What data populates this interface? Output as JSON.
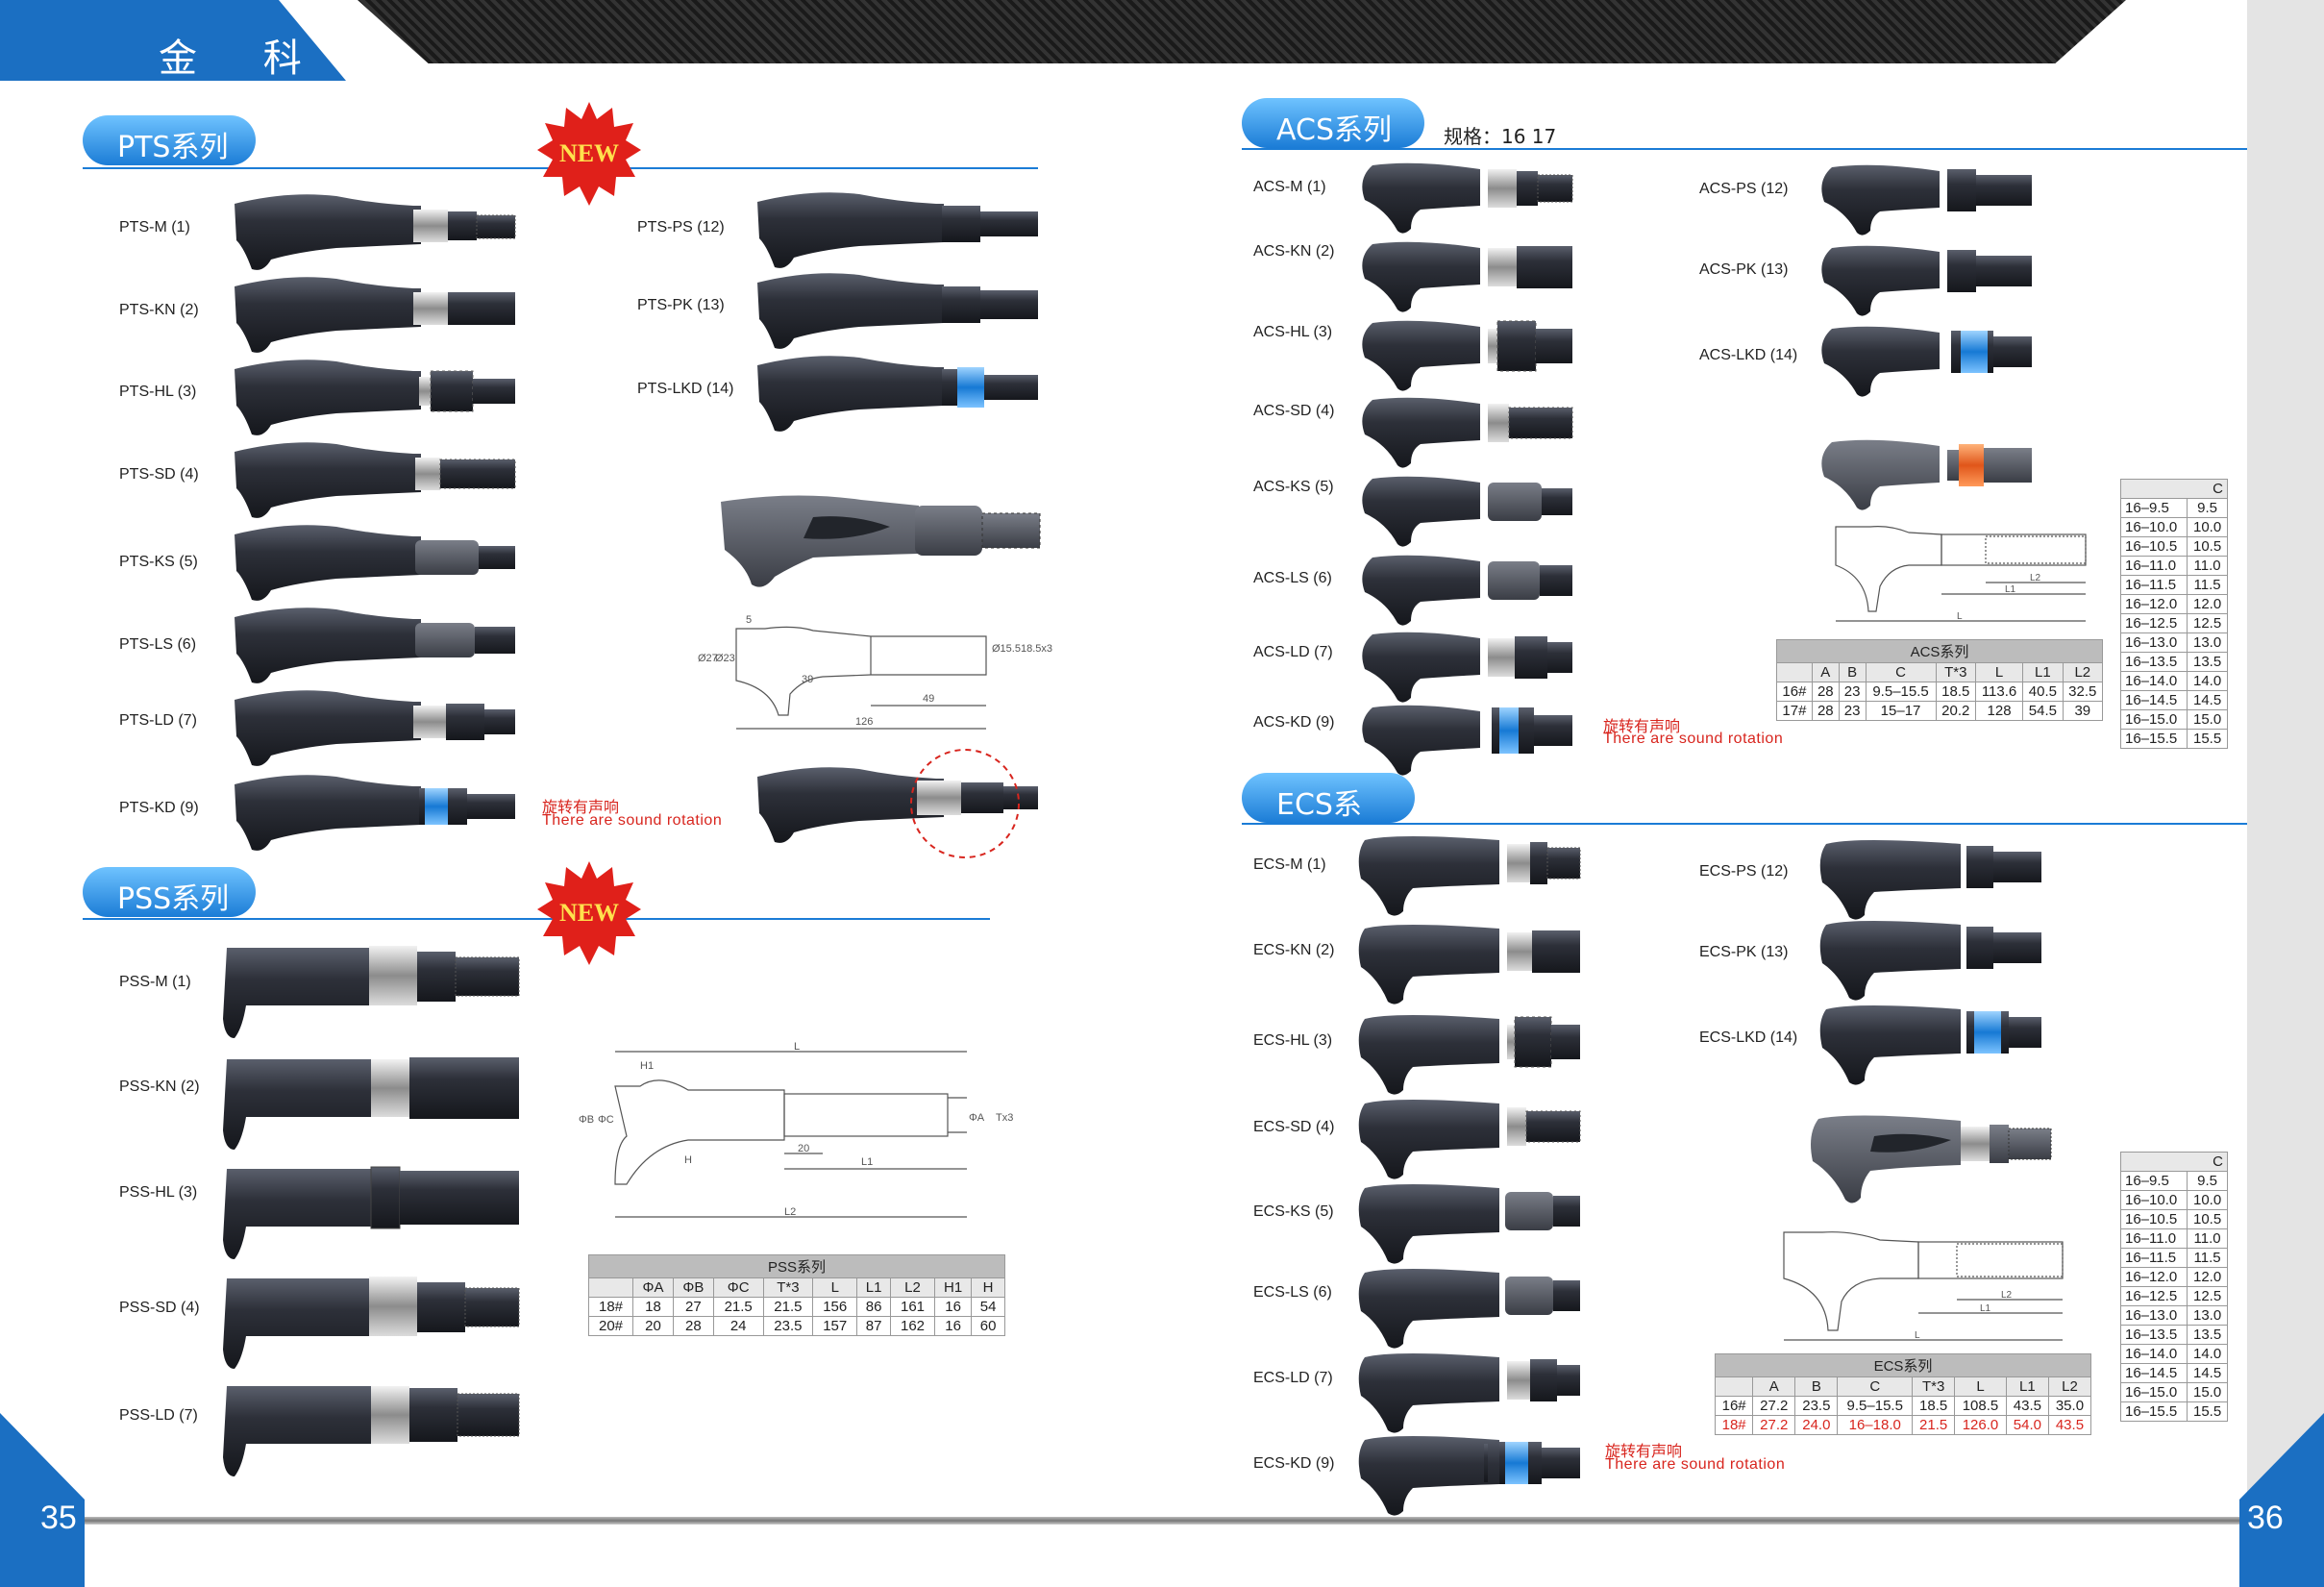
{
  "header": {
    "brand": "金 科"
  },
  "pages": {
    "left": "35",
    "right": "36"
  },
  "sections": {
    "pts": {
      "title": "PTS系列",
      "left_items": [
        "PTS-M (1)",
        "PTS-KN (2)",
        "PTS-HL (3)",
        "PTS-SD (4)",
        "PTS-KS (5)",
        "PTS-LS (6)",
        "PTS-LD (7)",
        "PTS-KD (9)"
      ],
      "right_items": [
        "PTS-PS (12)",
        "PTS-PK (13)",
        "PTS-LKD (14)"
      ]
    },
    "pss": {
      "title": "PSS系列",
      "items": [
        "PSS-M (1)",
        "PSS-KN (2)",
        "PSS-HL (3)",
        "PSS-SD (4)",
        "PSS-LD (7)"
      ],
      "table": {
        "caption": "PSS系列",
        "headers": [
          "",
          "ΦA",
          "ΦB",
          "ΦC",
          "T*3",
          "L",
          "L1",
          "L2",
          "H1",
          "H"
        ],
        "rows": [
          [
            "18#",
            "18",
            "27",
            "21.5",
            "21.5",
            "156",
            "86",
            "161",
            "16",
            "54"
          ],
          [
            "20#",
            "20",
            "28",
            "24",
            "23.5",
            "157",
            "87",
            "162",
            "16",
            "60"
          ]
        ]
      }
    },
    "acs": {
      "title": "ACS系列",
      "spec": "规格：16  17",
      "left_items": [
        "ACS-M (1)",
        "ACS-KN (2)",
        "ACS-HL (3)",
        "ACS-SD (4)",
        "ACS-KS (5)",
        "ACS-LS (6)",
        "ACS-LD (7)",
        "ACS-KD (9)"
      ],
      "right_items": [
        "ACS-PS (12)",
        "ACS-PK (13)",
        "ACS-LKD (14)"
      ],
      "table": {
        "caption": "ACS系列",
        "headers": [
          "",
          "A",
          "B",
          "C",
          "T*3",
          "L",
          "L1",
          "L2"
        ],
        "rows": [
          [
            "16#",
            "28",
            "23",
            "9.5–15.5",
            "18.5",
            "113.6",
            "40.5",
            "32.5"
          ],
          [
            "17#",
            "28",
            "23",
            "15–17",
            "20.2",
            "128",
            "54.5",
            "39"
          ]
        ]
      }
    },
    "ecs": {
      "title": "ECS系列",
      "left_items": [
        "ECS-M (1)",
        "ECS-KN (2)",
        "ECS-HL (3)",
        "ECS-SD (4)",
        "ECS-KS (5)",
        "ECS-LS (6)",
        "ECS-LD (7)",
        "ECS-KD (9)"
      ],
      "right_items": [
        "ECS-PS (12)",
        "ECS-PK (13)",
        "ECS-LKD (14)"
      ],
      "table": {
        "caption": "ECS系列",
        "headers": [
          "",
          "A",
          "B",
          "C",
          "T*3",
          "L",
          "L1",
          "L2"
        ],
        "rows": [
          [
            "16#",
            "27.2",
            "23.5",
            "9.5–15.5",
            "18.5",
            "108.5",
            "43.5",
            "35.0"
          ],
          [
            "18#",
            "27.2",
            "24.0",
            "16–18.0",
            "21.5",
            "126.0",
            "54.0",
            "43.5"
          ]
        ]
      }
    }
  },
  "c_table": {
    "header": "C",
    "rows": [
      [
        "16–9.5",
        "9.5"
      ],
      [
        "16–10.0",
        "10.0"
      ],
      [
        "16–10.5",
        "10.5"
      ],
      [
        "16–11.0",
        "11.0"
      ],
      [
        "16–11.5",
        "11.5"
      ],
      [
        "16–12.0",
        "12.0"
      ],
      [
        "16–12.5",
        "12.5"
      ],
      [
        "16–13.0",
        "13.0"
      ],
      [
        "16–13.5",
        "13.5"
      ],
      [
        "16–14.0",
        "14.0"
      ],
      [
        "16–14.5",
        "14.5"
      ],
      [
        "16–15.0",
        "15.0"
      ],
      [
        "16–15.5",
        "15.5"
      ]
    ]
  },
  "badges": {
    "new": "NEW"
  },
  "sound_note": {
    "cn": "旋转有声响",
    "en": "There are sound rotation"
  },
  "drawings": {
    "pts": {
      "d1": "Ø27",
      "d2": "Ø23",
      "d3": "5",
      "d4": "39",
      "d5": "49",
      "d6": "126",
      "d7": "Ø15.5",
      "d8": "18.5x3"
    },
    "pss": {
      "L": "L",
      "H1": "H1",
      "B": "ΦB",
      "C": "ΦC",
      "H": "H",
      "n20": "20",
      "L1": "L1",
      "L2": "L2",
      "A": "ΦA",
      "T": "Tx3"
    },
    "acs": {
      "L": "L",
      "L1": "L1",
      "L2": "L2"
    },
    "ecs": {
      "L": "L",
      "L1": "L1",
      "L2": "L2"
    }
  },
  "colors": {
    "brand_blue": "#1b6fc2",
    "accent_red": "#d8251e",
    "handle_dark": "#2a2d35"
  }
}
